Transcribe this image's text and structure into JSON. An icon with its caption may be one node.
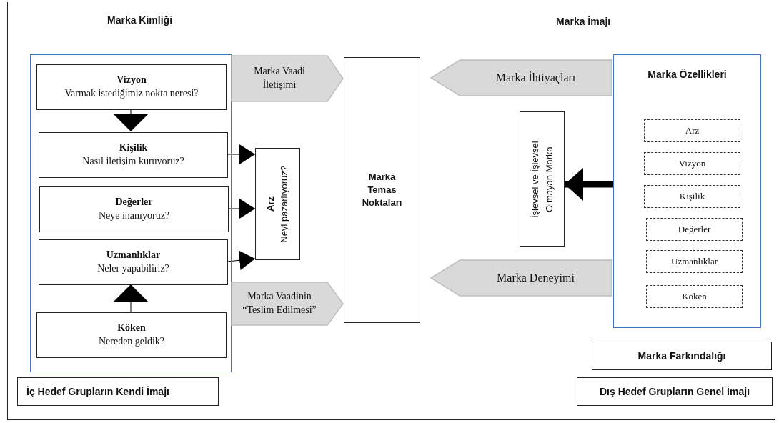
{
  "diagram": {
    "nodes": [
      {
        "text": [],
        "shape": "box"
      },
      {
        "text": [
          "Vizyon",
          "Varmak istediğimiz nokta neresi?"
        ],
        "in": 0
      },
      {
        "text": [
          "Kişilik",
          "Nasıl iletişim kuruyoruz?"
        ],
        "in": 0
      },
      {
        "text": [
          "Değerler",
          "Neye inanıyoruz?"
        ],
        "in": 0
      },
      {
        "text": [
          "Uzmanlıklar",
          "Neler yapabiliriz?"
        ],
        "in": 0
      },
      {
        "text": [
          "Köken",
          "Nereden geldik?"
        ],
        "in": 0
      },
      {
        "text": [
          "Arz",
          "Neyi pazarlıyoruz?"
        ]
      },
      {
        "text": [
          "Marka Vaadi İletişimi"
        ]
      },
      {
        "text": [
          "Marka Vaadinin “Teslim Edilmesi”"
        ]
      },
      {
        "text": [
          "Marka Temas Noktaları"
        ]
      },
      {
        "text": [
          "Marka İhtiyaçları"
        ]
      },
      {
        "text": [
          "İşlevsel ve İşlevsel Olmayan Marka"
        ]
      },
      {
        "text": [
          "Marka Deneyimi"
        ]
      },
      {
        "text": [
          "Marka Özellikleri"
        ]
      },
      {
        "text": [
          "Arz"
        ],
        "in": 13
      },
      {
        "text": [
          "Vizyon"
        ],
        "in": 13
      },
      {
        "text": [
          "Kişilik"
        ],
        "in": 13
      },
      {
        "text": [
          "Değerler"
        ],
        "in": 13
      },
      {
        "text": [
          "Uzmanlıklar"
        ],
        "in": 13
      },
      {
        "text": [
          "Köken"
        ],
        "in": 13
      },
      {
        "text": [
          "Marka Farkındalığı"
        ]
      },
      {
        "text": [
          "İç Hedef Grupların Kendi İmajı"
        ]
      },
      {
        "text": [
          "Dış Hedef Grupların Genel İmajı"
        ]
      }
    ],
    "edges": [
      {
        "from": 1,
        "to": 2,
        "arrow": "to"
      },
      {
        "from": 5,
        "to": 4,
        "arrow": "to"
      },
      {
        "from": 2,
        "to": 6,
        "arrow": "to"
      },
      {
        "from": 3,
        "to": 6,
        "arrow": "to"
      },
      {
        "from": 4,
        "to": 6,
        "arrow": "to"
      },
      {
        "from": 13,
        "to": 11,
        "arrow": "to",
        "style": "thick"
      }
    ],
    "labels": [
      "Marka Kimliği",
      "Marka İmajı"
    ]
  }
}
